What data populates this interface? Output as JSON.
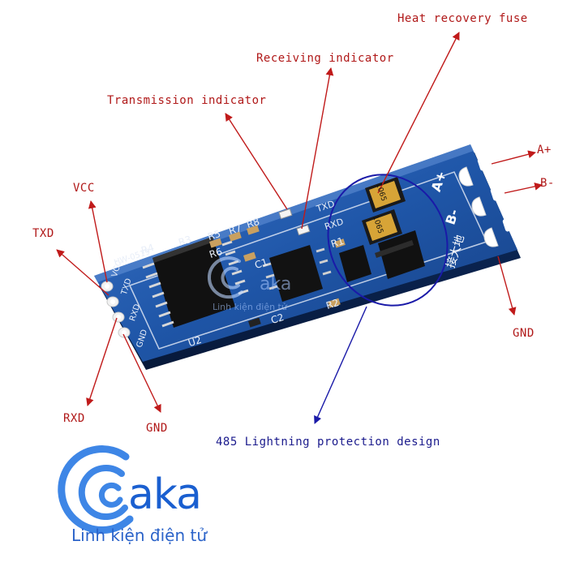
{
  "callouts": {
    "heat_fuse": "Heat recovery fuse",
    "receiving": "Receiving indicator",
    "transmission": "Transmission indicator",
    "vcc": "VCC",
    "txd": "TXD",
    "rxd": "RXD",
    "gnd_left": "GND",
    "a_plus": "A+",
    "b_minus": "B-",
    "gnd_right": "GND",
    "lightning": "485 Lightning protection design"
  },
  "board": {
    "silk_model": "HW-0519",
    "u2": "U2",
    "r4": "R4",
    "r3": "R3",
    "r5": "R5",
    "r7": "R7",
    "r6": "R6",
    "r8": "R8",
    "r1": "R1",
    "r2": "R2",
    "c1": "C1",
    "c2": "C2",
    "txd_led": "TXD",
    "rxd_led": "RXD",
    "pin_vcc": "VCC",
    "pin_txd": "TXD",
    "pin_rxd": "RXD",
    "pin_gnd": "GND",
    "term_a": "A+",
    "term_b": "B-",
    "chinese": "接大地",
    "fuse_code_1": "1065",
    "fuse_code_2": "1065"
  },
  "logo": {
    "word": "aka",
    "subtitle": "Linh kiện điện tử"
  },
  "colors": {
    "arrow_red": "#c01a1a",
    "arrow_blue": "#1a1aa8",
    "pcb_blue": "#1d4f9e",
    "logo_blue": "#1a5fd0"
  }
}
